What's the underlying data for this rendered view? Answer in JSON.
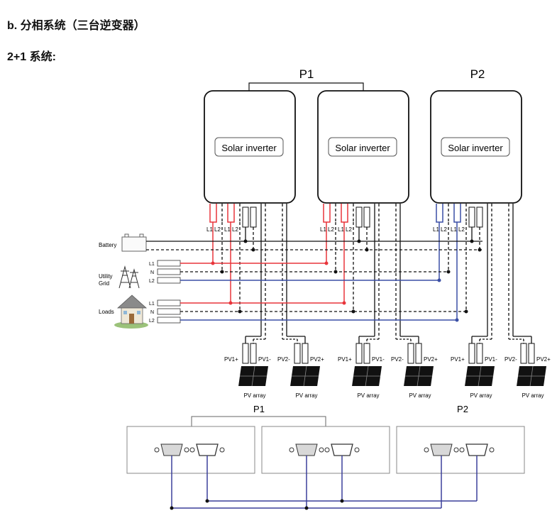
{
  "heading": "b. 分相系统（三台逆变器）",
  "subheading": "2+1 系统:",
  "phases": {
    "p1": "P1",
    "p2": "P2"
  },
  "inverter_label": "Solar inverter",
  "inverter_terminals": [
    "L1",
    "L2",
    "L1",
    "L2"
  ],
  "battery_label": "Battery",
  "utility_label": [
    "Utility",
    "Grid"
  ],
  "loads_label": "Loads",
  "line_labels": [
    "L1",
    "N",
    "L2"
  ],
  "pv_labels": {
    "pv1_plus": "PV1+",
    "pv1_minus": "PV1-",
    "pv2_minus": "PV2-",
    "pv2_plus": "PV2+"
  },
  "pv_array_label": "PV array",
  "colors": {
    "l1": "#e8353b",
    "l2": "#3a4fa5",
    "neutral": "#000000",
    "comm": "#3a3f9a"
  }
}
